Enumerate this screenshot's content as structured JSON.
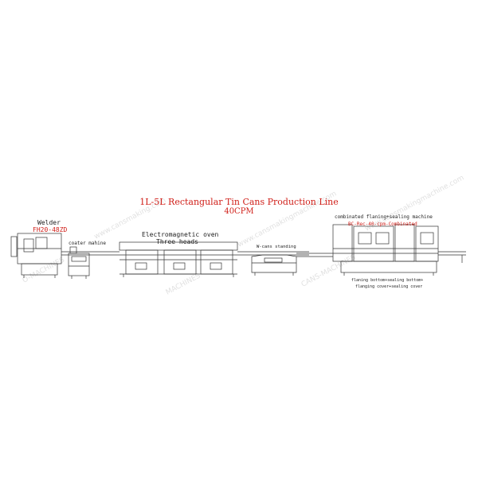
{
  "title": {
    "line1": "1L-5L Rectangular Tin Cans Production Line",
    "line2": "40CPM"
  },
  "welder": {
    "name": "Welder",
    "model": "FH20-48ZD"
  },
  "coater": {
    "name": "coater mahine"
  },
  "oven": {
    "name": "Electromagnetic oven",
    "heads": "Three heads"
  },
  "standing": {
    "name": "W-cans standing"
  },
  "combined": {
    "name": "combinated flaning+sealing machine",
    "model": "BC-Rec-40-cpm-Combinated",
    "operations_line1": "flaning bottom+sealing bottom+",
    "operations_line2": "flanging cover+sealing cover"
  },
  "colors": {
    "accent": "#d0201a",
    "linework": "#333333",
    "watermark": "#c8c8c8"
  }
}
